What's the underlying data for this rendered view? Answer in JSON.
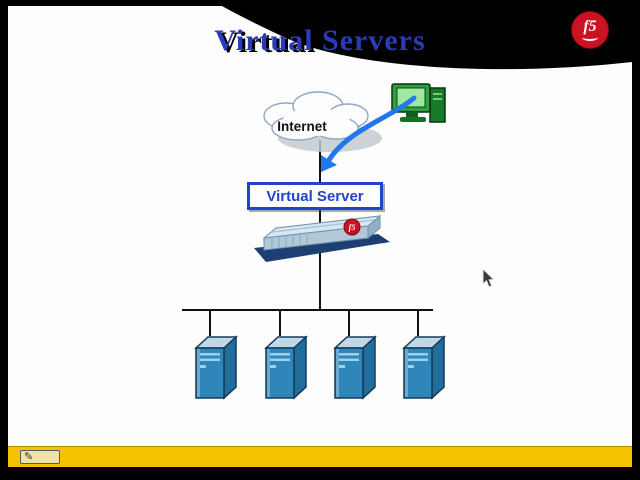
{
  "slide": {
    "title": "Virtual Servers",
    "logo_text": "f5"
  },
  "diagram": {
    "internet_label": "Internet",
    "virtual_server_label": "Virtual Server",
    "appliance_badge": "f5",
    "server_count": 4
  },
  "toolbar": {
    "pen_glyph": "✎"
  },
  "colors": {
    "title_blue": "#2b3bb8",
    "box_blue": "#2244cc",
    "accent_yellow": "#f3c200",
    "logo_red": "#cc1122",
    "server_blue": "#2f86b8",
    "arrow_blue": "#2277ee"
  }
}
